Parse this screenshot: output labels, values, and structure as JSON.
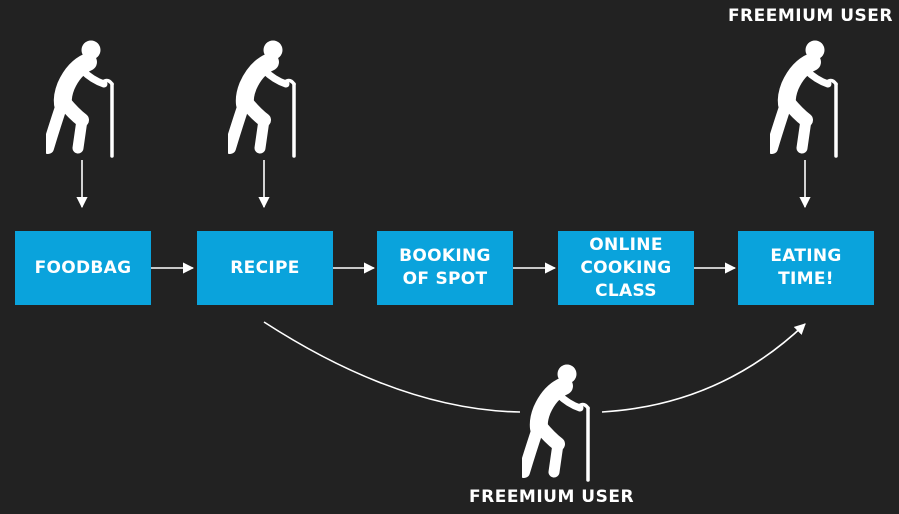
{
  "colors": {
    "background": "#222222",
    "box_fill": "#0aa3dc",
    "foreground": "#ffffff"
  },
  "steps": [
    {
      "label": "FOODBAG"
    },
    {
      "label": "RECIPE"
    },
    {
      "label": "BOOKING\nOF SPOT"
    },
    {
      "label": "ONLINE\nCOOKING\nCLASS"
    },
    {
      "label": "EATING\nTIME!"
    }
  ],
  "labels": {
    "top_right_user": "FREEMIUM USER",
    "bottom_user": "FREEMIUM USER"
  },
  "icons": {
    "user_icon": "elderly-person-with-cane-icon"
  }
}
